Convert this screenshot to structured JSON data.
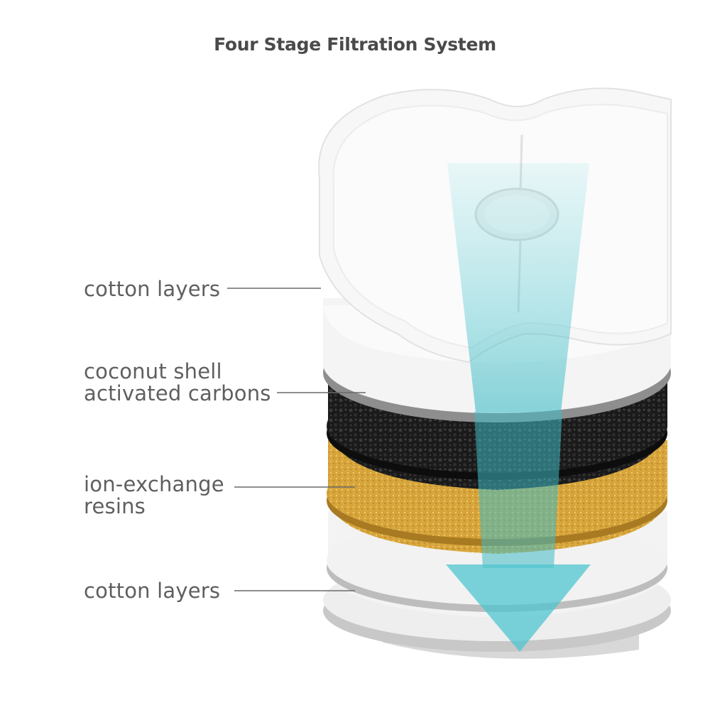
{
  "title": "Four Stage Filtration System",
  "layers": [
    {
      "lines": [
        "cotton layers"
      ]
    },
    {
      "lines": [
        "coconut shell",
        "activated carbons"
      ]
    },
    {
      "lines": [
        "ion-exchange",
        "resins"
      ]
    },
    {
      "lines": [
        "cotton layers"
      ]
    }
  ],
  "colors": {
    "text": "#5f5f5f",
    "title": "#4a4a4a",
    "cotton": "#f4f4f4",
    "carbon": "#1c1c1c",
    "resin": "#d9a83c",
    "flow_arrow": "#4fc6cf"
  }
}
